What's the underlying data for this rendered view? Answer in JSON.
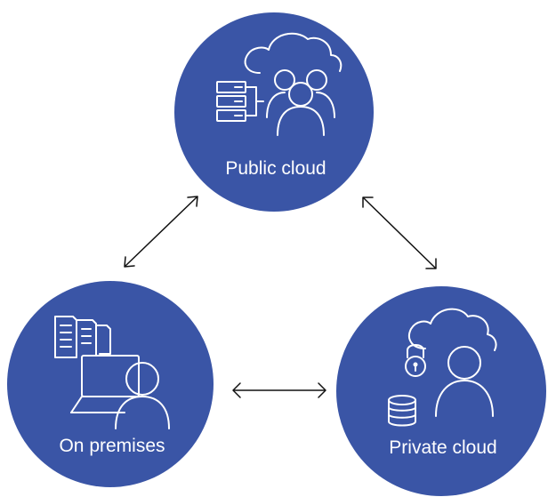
{
  "nodes": {
    "public_cloud": {
      "label": "Public cloud",
      "icons": [
        "cloud-icon",
        "server-stack-icon",
        "user-group-icon"
      ]
    },
    "on_premises": {
      "label": "On premises",
      "icons": [
        "documents-icon",
        "monitor-icon",
        "user-icon"
      ]
    },
    "private_cloud": {
      "label": "Private cloud",
      "icons": [
        "cloud-icon",
        "padlock-icon",
        "database-icon",
        "user-icon"
      ]
    }
  },
  "connections": [
    {
      "from": "public_cloud",
      "to": "on_premises",
      "bidirectional": true
    },
    {
      "from": "public_cloud",
      "to": "private_cloud",
      "bidirectional": true
    },
    {
      "from": "on_premises",
      "to": "private_cloud",
      "bidirectional": true
    }
  ],
  "colors": {
    "node_fill": "#3a55a6",
    "icon_stroke": "#ffffff",
    "arrow": "#111111",
    "background": "#ffffff"
  }
}
